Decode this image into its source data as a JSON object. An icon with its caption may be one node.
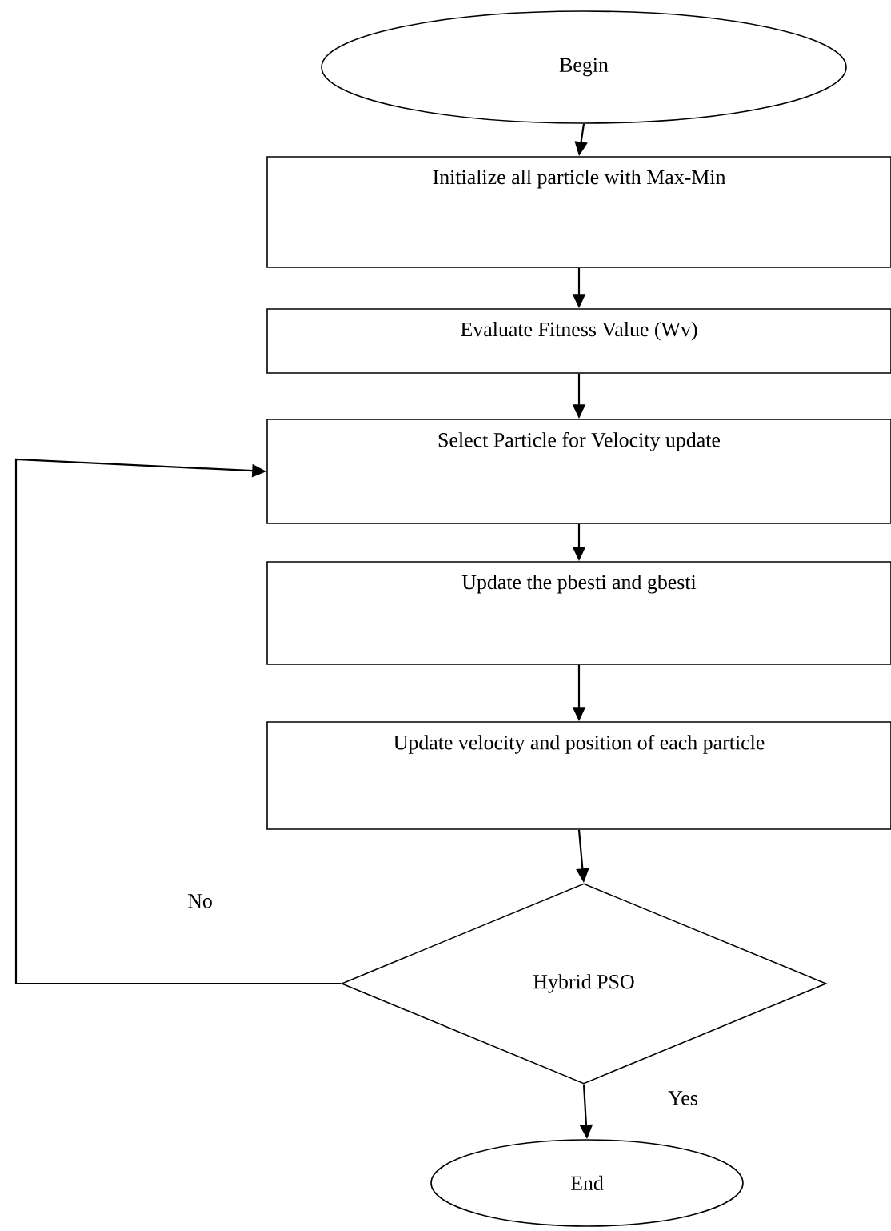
{
  "diagram": {
    "nodes": [
      {
        "text": [
          "Begin"
        ]
      },
      {
        "text": [
          "Initialize all particle with Max-Min"
        ]
      },
      {
        "text": [
          "Evaluate Fitness Value (Wv)"
        ]
      },
      {
        "text": [
          "Select Particle for Velocity update"
        ]
      },
      {
        "text": [
          "Update the pbesti and gbesti"
        ]
      },
      {
        "text": [
          "Update velocity and position of each particle"
        ]
      },
      {
        "text": [
          "Hybrid PSO"
        ]
      },
      {
        "text": [
          "End"
        ]
      }
    ],
    "edges": [
      {
        "from": 0,
        "to": 1,
        "arrow": "to"
      },
      {
        "from": 1,
        "to": 2,
        "arrow": "to"
      },
      {
        "from": 2,
        "to": 3,
        "arrow": "to"
      },
      {
        "from": 3,
        "to": 4,
        "arrow": "to"
      },
      {
        "from": 4,
        "to": 5,
        "arrow": "to"
      },
      {
        "from": 5,
        "to": 6,
        "arrow": "to"
      },
      {
        "from": 6,
        "to": 3,
        "arrow": "to",
        "label": "No"
      },
      {
        "from": 6,
        "to": 7,
        "arrow": "to",
        "label": "Yes"
      }
    ]
  }
}
